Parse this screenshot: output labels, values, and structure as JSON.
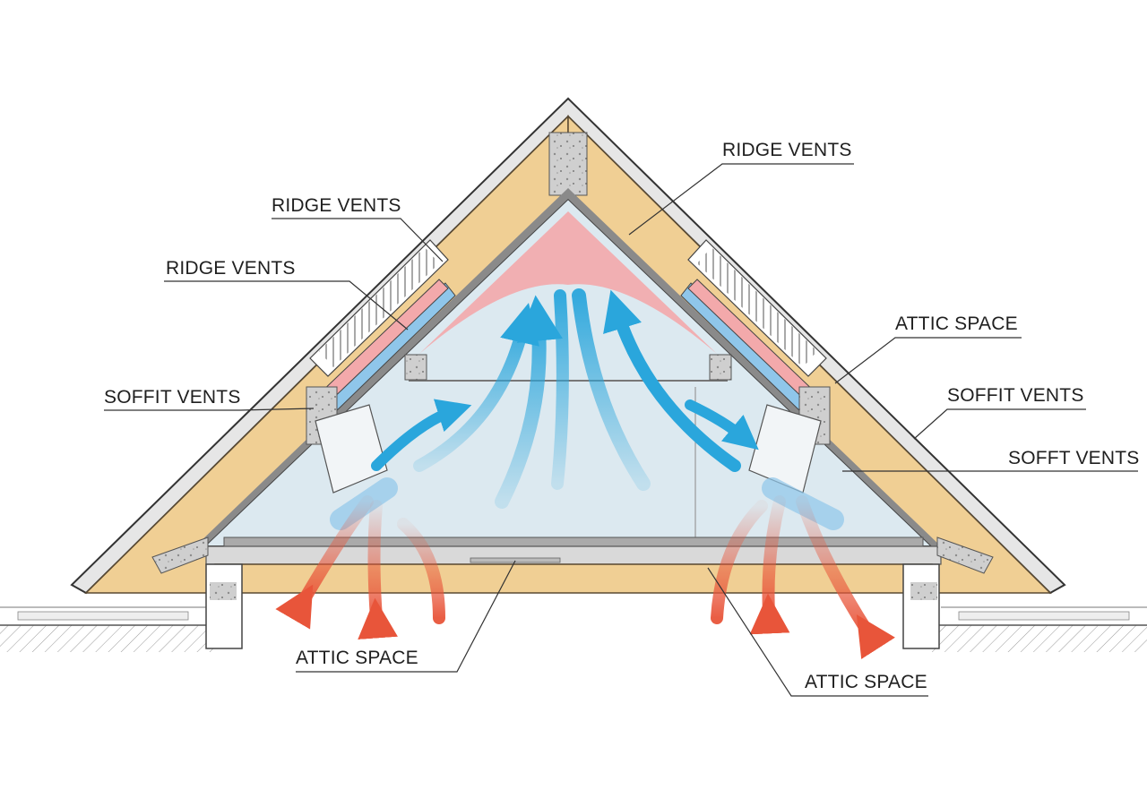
{
  "labels": {
    "ridge_vents_top": "RIDGE VENTS",
    "ridge_vents_mid": "RIDGE VENTS",
    "ridge_vents_low": "RIDGE VENTS",
    "soffit_vents_left": "SOFFIT VENTS",
    "attic_space_right": "ATTIC SPACE",
    "soffit_vents_right": "SOFFIT VENTS",
    "sofft_vents_right": "SOFFT VENTS",
    "attic_space_bottom_left": "ATTIC SPACE",
    "attic_space_bottom_right": "ATTIC SPACE"
  },
  "colors": {
    "insulation": "#f0cf94",
    "cold_air": "#2aa6dc",
    "warm_air": "#e8553a",
    "warm_zone": "#f3a9ab",
    "attic_air": "#dce9f0",
    "cold_vent": "#8fc6ea"
  }
}
